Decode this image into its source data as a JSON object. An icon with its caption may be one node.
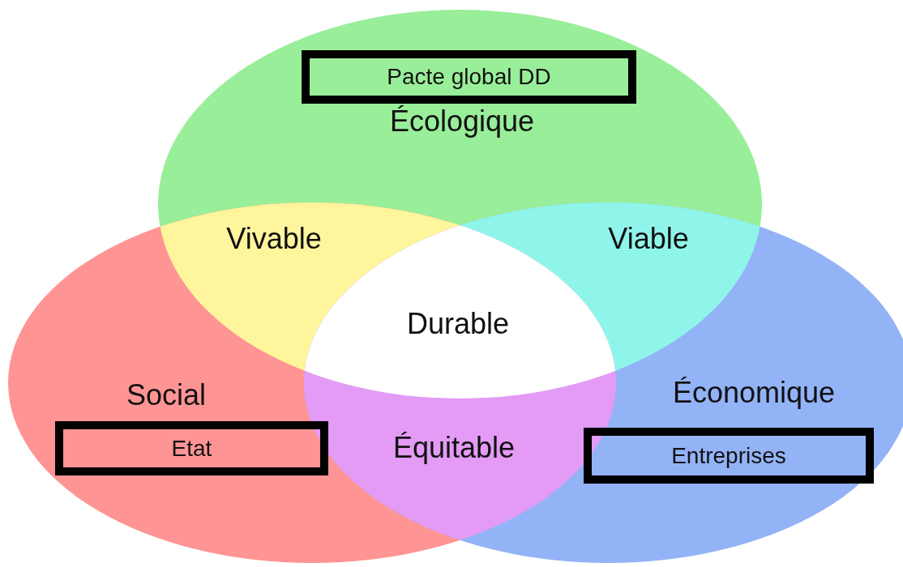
{
  "diagram": {
    "nodes": [
      {
        "text": [
          "Écologique"
        ]
      },
      {
        "text": [
          "Pacte global DD"
        ],
        "in": 0
      },
      {
        "text": [
          "Social"
        ]
      },
      {
        "text": [
          "Etat"
        ],
        "in": 2
      },
      {
        "text": [
          "Économique"
        ]
      },
      {
        "text": [
          "Entreprises"
        ],
        "in": 4
      }
    ],
    "labels": [
      "Vivable",
      "Viable",
      "Durable",
      "Équitable"
    ]
  }
}
